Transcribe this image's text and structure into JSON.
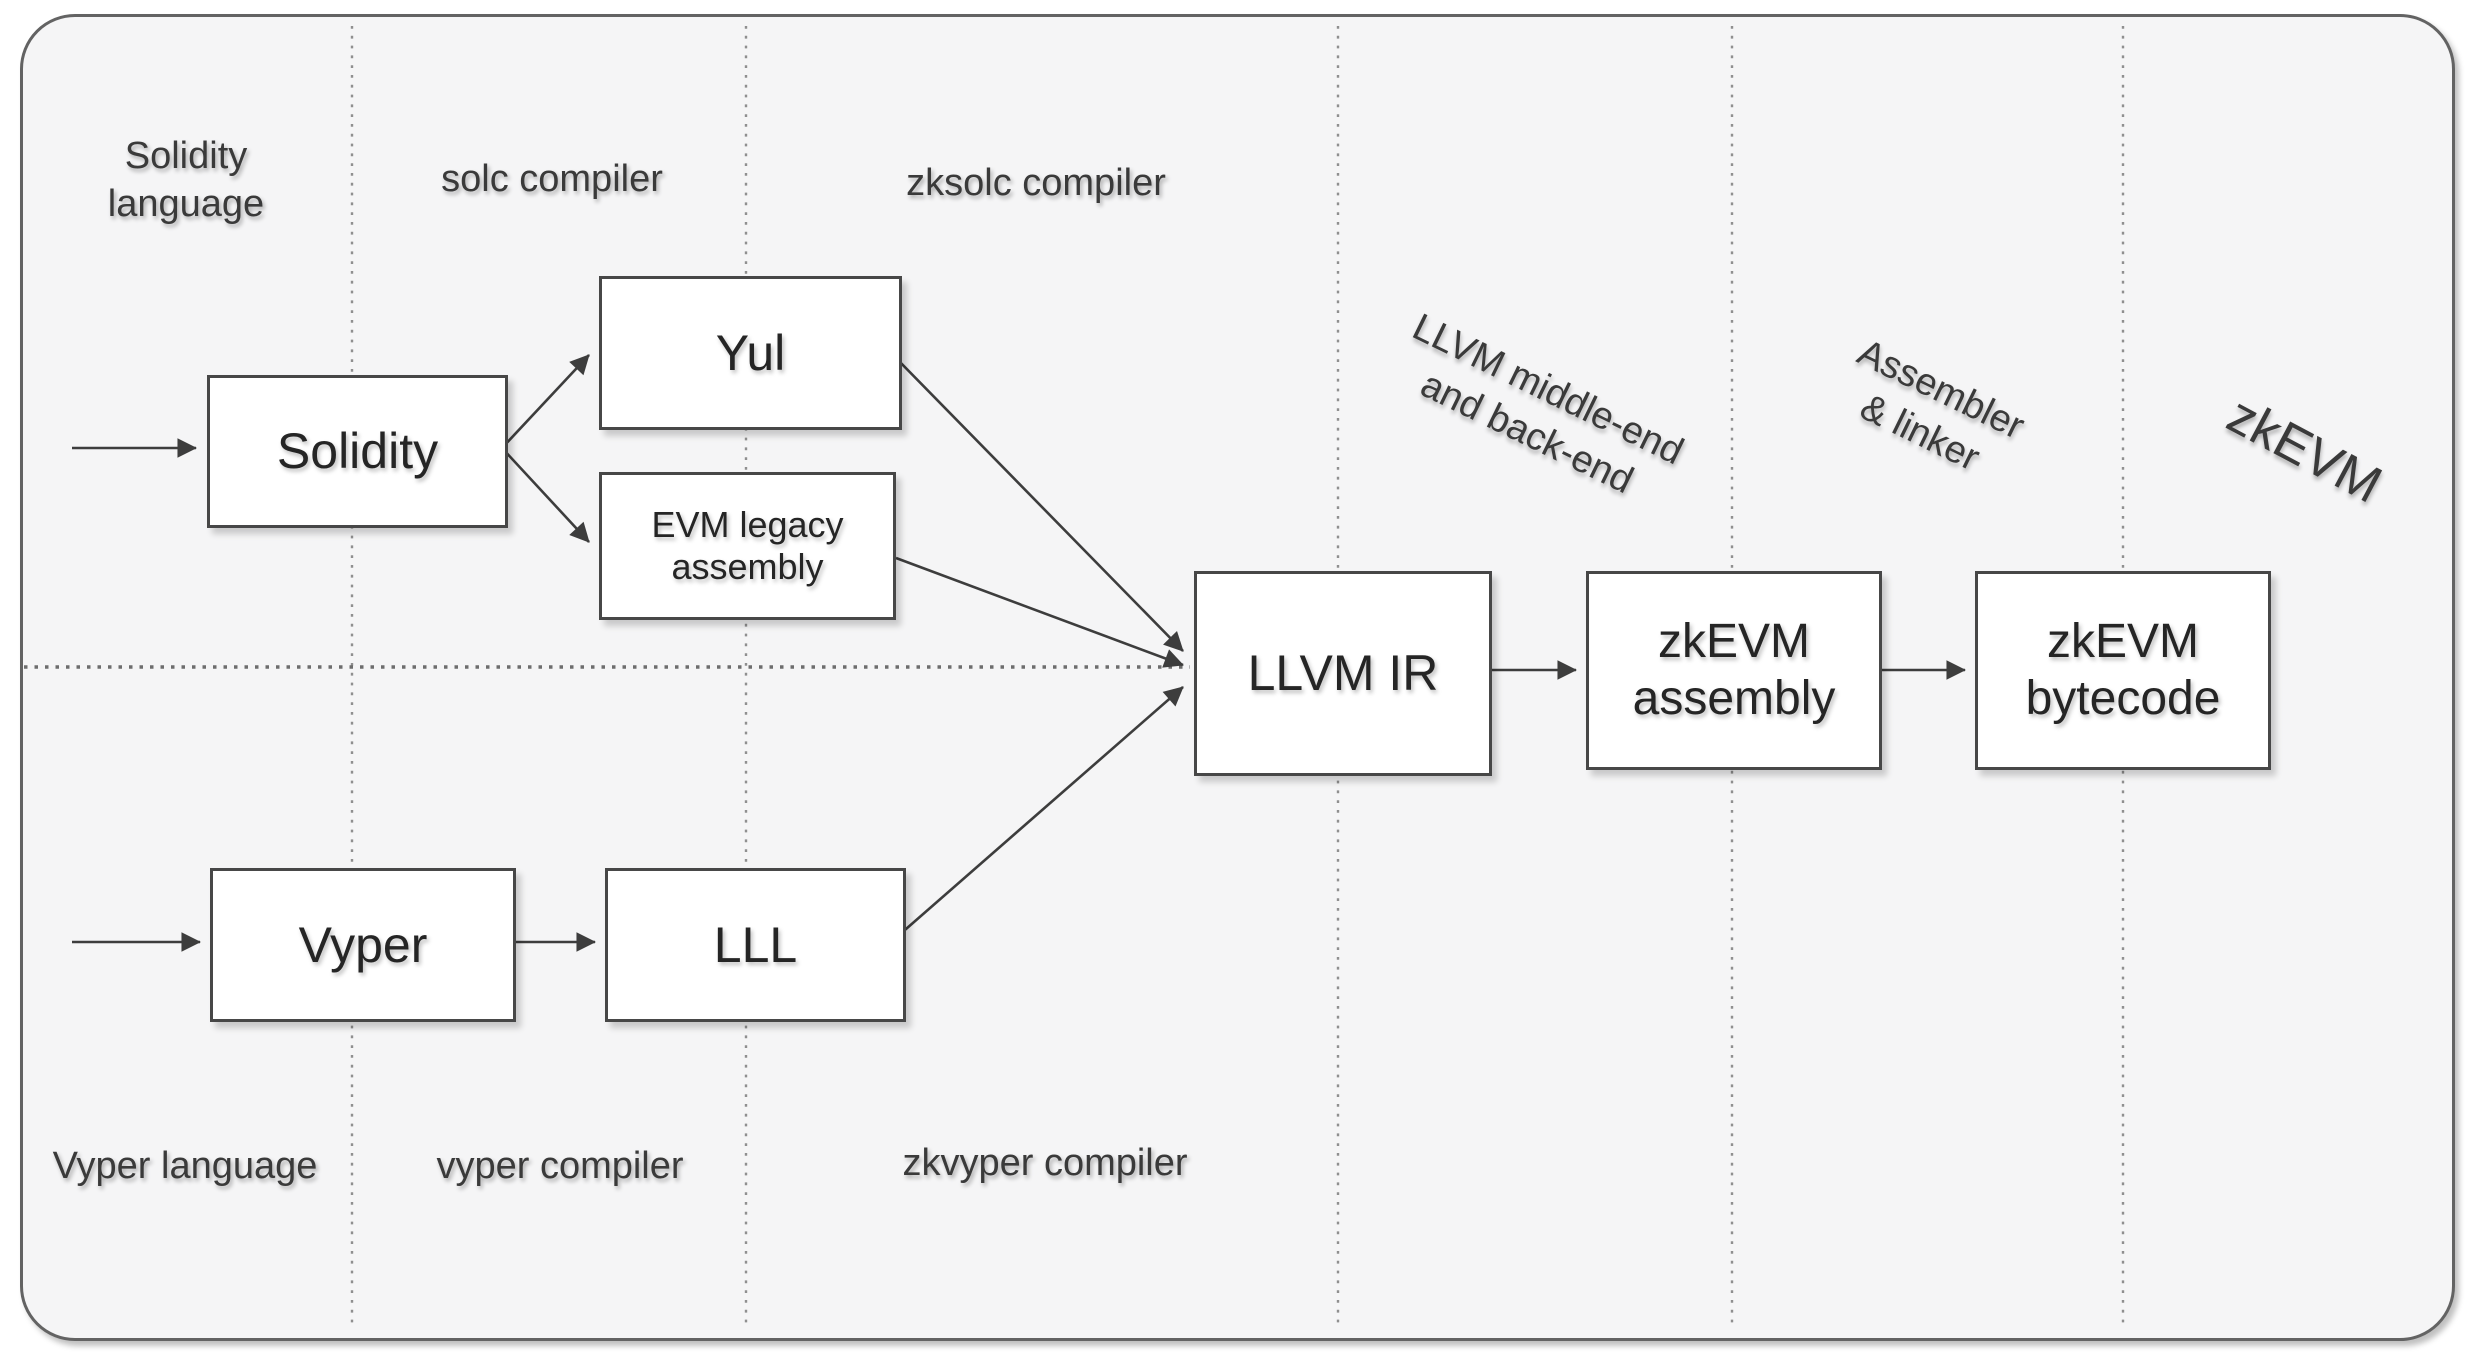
{
  "nodes": {
    "solidity": {
      "label": "Solidity"
    },
    "yul": {
      "label": "Yul"
    },
    "evm_legacy": {
      "label": "EVM legacy assembly"
    },
    "llvm_ir": {
      "label": "LLVM IR"
    },
    "zkevm_assembly": {
      "label": "zkEVM assembly"
    },
    "zkevm_bytecode": {
      "label": "zkEVM bytecode"
    },
    "vyper": {
      "label": "Vyper"
    },
    "lll": {
      "label": "LLL"
    }
  },
  "stage_labels": {
    "solidity_language": "Solidity language",
    "solc_compiler": "solc compiler",
    "zksolc_compiler": "zksolc compiler",
    "llvm_backend": "LLVM middle-end and back-end",
    "assembler_linker": "Assembler & linker",
    "zkevm": "zkEVM",
    "vyper_language": "Vyper language",
    "vyper_compiler": "vyper compiler",
    "zkvyper_compiler": "zkvyper compiler"
  },
  "edges": [
    {
      "from": "input",
      "to": "solidity"
    },
    {
      "from": "solidity",
      "to": "yul"
    },
    {
      "from": "solidity",
      "to": "evm_legacy"
    },
    {
      "from": "yul",
      "to": "llvm_ir"
    },
    {
      "from": "evm_legacy",
      "to": "llvm_ir"
    },
    {
      "from": "lll",
      "to": "llvm_ir"
    },
    {
      "from": "llvm_ir",
      "to": "zkevm_assembly"
    },
    {
      "from": "zkevm_assembly",
      "to": "zkevm_bytecode"
    },
    {
      "from": "input",
      "to": "vyper"
    },
    {
      "from": "vyper",
      "to": "lll"
    }
  ],
  "colors": {
    "frame_background": "#f5f5f6",
    "frame_border": "#636363",
    "node_background": "#ffffff",
    "node_border": "#474747",
    "arrow": "#3d3d3d",
    "divider_dash": "#8f8f8f",
    "boundary_dash": "#6d6d6d",
    "text": "#3a3a3a"
  }
}
